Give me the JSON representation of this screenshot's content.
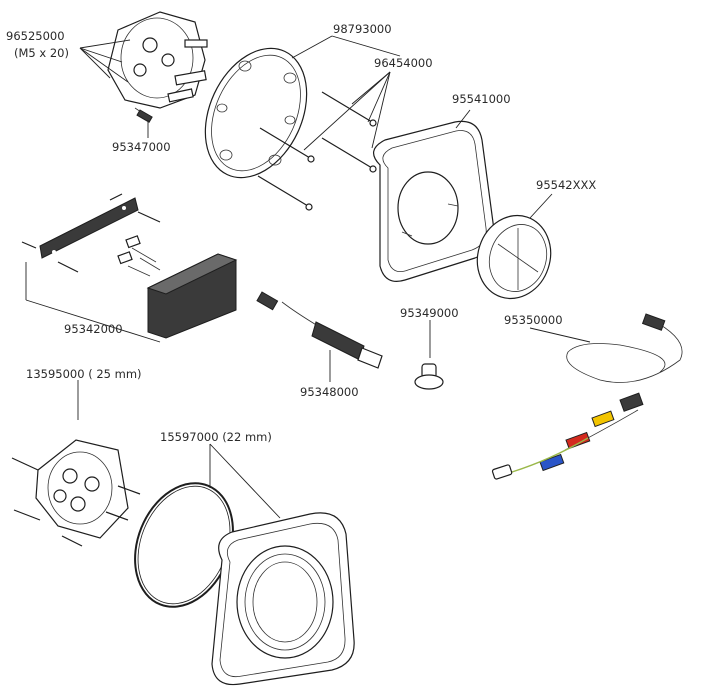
{
  "labels": {
    "p96525000": "96525000",
    "p96525000_sub": "(M5 x 20)",
    "p95347000": "95347000",
    "p98793000": "98793000",
    "p96454000": "96454000",
    "p95541000": "95541000",
    "p95542xxx": "95542XXX",
    "p95342000": "95342000",
    "p95349000": "95349000",
    "p95350000": "95350000",
    "p95348000": "95348000",
    "p13595000": "13595000 ( 25 mm)",
    "p15597000": "15597000 (22 mm)"
  },
  "colors": {
    "cable_yellow": "#f2c400",
    "cable_red": "#d42a1e",
    "cable_blue": "#2a55c8",
    "cable_green": "#9ab84a"
  }
}
